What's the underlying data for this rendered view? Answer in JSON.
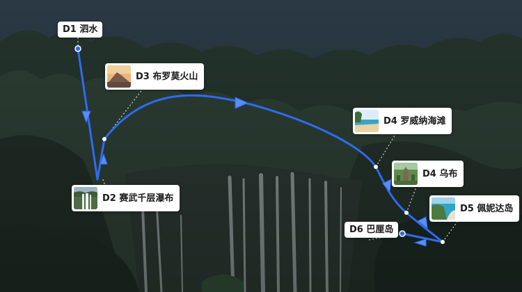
{
  "map": {
    "colors": {
      "route": "#2f6bf0",
      "sky": "#2b3a45",
      "forest_dark": "#1c2a24",
      "forest_mid": "#2e3f33",
      "waterfall": "#c9d3d6",
      "label_bg": "#ffffff",
      "label_text": "#1a1a1a"
    },
    "stops": [
      {
        "id": "d1",
        "label": "D1 泗水",
        "thumbnail": "none"
      },
      {
        "id": "d2",
        "label": "D2 赛武千层瀑布",
        "thumbnail": "waterfall-photo"
      },
      {
        "id": "d3",
        "label": "D3 布罗莫火山",
        "thumbnail": "volcano-photo"
      },
      {
        "id": "d4a",
        "label": "D4 罗威纳海滩",
        "thumbnail": "beach-photo"
      },
      {
        "id": "d4b",
        "label": "D4 乌布",
        "thumbnail": "temple-photo"
      },
      {
        "id": "d5",
        "label": "D5 佩妮达岛",
        "thumbnail": "coast-photo"
      },
      {
        "id": "d6",
        "label": "D6 巴厘岛",
        "thumbnail": "none"
      }
    ]
  }
}
